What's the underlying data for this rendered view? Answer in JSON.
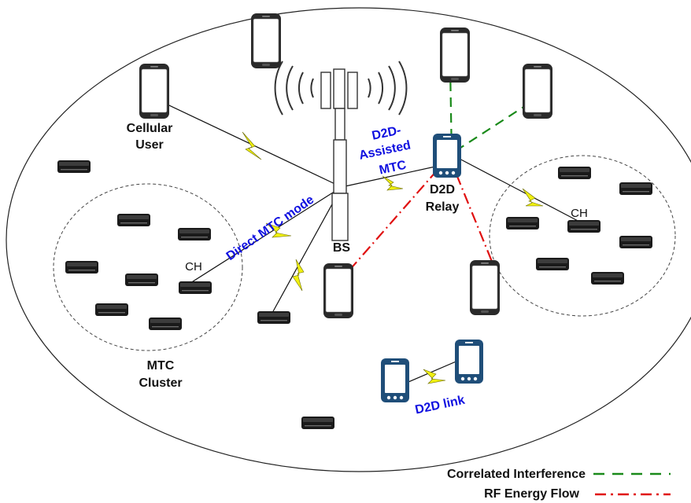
{
  "labels": {
    "cellular_user_1": "Cellular",
    "cellular_user_2": "User",
    "d2d_assisted_1": "D2D-",
    "d2d_assisted_2": "Assisted",
    "d2d_assisted_3": "MTC",
    "d2d_relay_1": "D2D",
    "d2d_relay_2": "Relay",
    "direct_mtc": "Direct MTC mode",
    "bs": "BS",
    "ch_left": "CH",
    "ch_right": "CH",
    "mtc_cluster_1": "MTC",
    "mtc_cluster_2": "Cluster",
    "d2d_link": "D2D link"
  },
  "legend": {
    "interference": "Correlated Interference",
    "energy": "RF Energy Flow"
  },
  "colors": {
    "label_blue": "#1010e0",
    "interference_green": "#1a8a1a",
    "energy_red": "#e01010",
    "lightning_yellow": "#f0f010",
    "relay_phone_blue": "#1f4e79"
  }
}
